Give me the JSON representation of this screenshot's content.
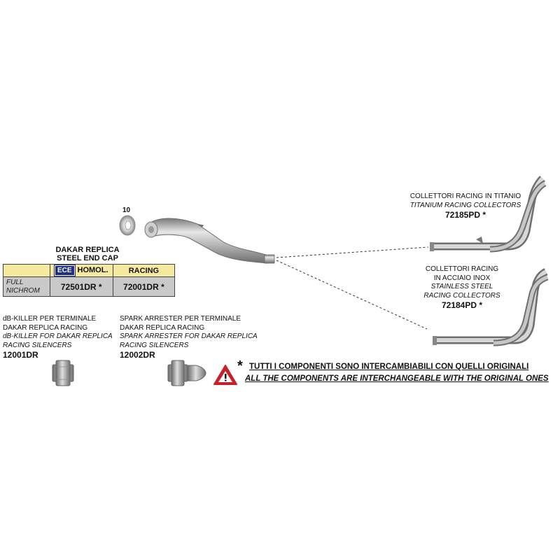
{
  "callouts": {
    "washer_number": "10"
  },
  "table": {
    "title_line1": "DAKAR REPLICA",
    "title_line2": "STEEL END CAP",
    "ece_badge": "ECE",
    "col_homol": "HOMOL.",
    "col_racing": "RACING",
    "material_line1": "FULL",
    "material_line2": "NICHROM",
    "homol_code": "72501DR *",
    "racing_code": "72001DR *"
  },
  "titanium_collectors": {
    "line1": "COLLETTORI RACING IN TITANIO",
    "line2": "TITANIUM RACING COLLECTORS",
    "part_number": "72185PD *"
  },
  "stainless_collectors": {
    "line1": "COLLETTORI RACING",
    "line2": "IN ACCIAIO INOX",
    "line3": "STAINLESS STEEL",
    "line4": "RACING COLLECTORS",
    "part_number": "72184PD *"
  },
  "db_killer": {
    "line1": "dB-KILLER PER TERMINALE",
    "line2": "DAKAR REPLICA RACING",
    "line3": "dB-KILLER FOR DAKAR REPLICA",
    "line4": "RACING SILENCERS",
    "part_number": "12001DR"
  },
  "spark_arrester": {
    "line1": "SPARK ARRESTER PER TERMINALE",
    "line2": "DAKAR REPLICA RACING",
    "line3": "SPARK ARRESTER FOR DAKAR REPLICA",
    "line4": "RACING SILENCERS",
    "part_number": "12002DR"
  },
  "notice": {
    "asterisk": "*",
    "line_it": "TUTTI I COMPONENTI SONO INTERCAMBIABILI CON QUELLI ORIGINALI",
    "line_en": "ALL THE COMPONENTS ARE INTERCHANGEABLE WITH THE ORIGINAL ONES"
  },
  "colors": {
    "table_header": "#f6e9a0",
    "table_row": "#c9c9c9",
    "ece_blue": "#1f2d8a",
    "warning_red": "#c8202a"
  },
  "icons": [
    "washer-icon",
    "silencer-icon",
    "titanium-collector-icon",
    "stainless-collector-icon",
    "db-killer-icon",
    "spark-arrester-icon",
    "warning-triangle-icon"
  ]
}
